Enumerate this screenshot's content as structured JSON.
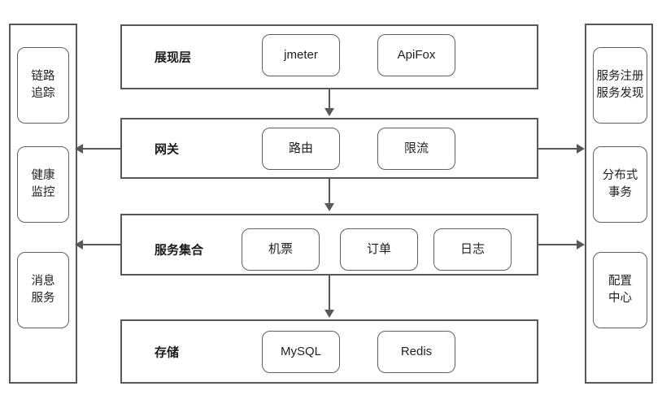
{
  "diagram": {
    "background": "#ffffff",
    "stroke_color": "#58585a",
    "node_stroke_color": "#606063",
    "text_color": "#1f1f1f"
  },
  "left_panel": {
    "items": [
      {
        "label": "链路\n追踪"
      },
      {
        "label": "健康\n监控"
      },
      {
        "label": "消息\n服务"
      }
    ]
  },
  "right_panel": {
    "items": [
      {
        "label": "服务注册\n服务发现"
      },
      {
        "label": "分布式\n事务"
      },
      {
        "label": "配置\n中心"
      }
    ]
  },
  "layers": [
    {
      "name": "展现层",
      "nodes": [
        {
          "label": "jmeter"
        },
        {
          "label": "ApiFox"
        }
      ]
    },
    {
      "name": "网关",
      "nodes": [
        {
          "label": "路由"
        },
        {
          "label": "限流"
        }
      ]
    },
    {
      "name": "服务集合",
      "nodes": [
        {
          "label": "机票"
        },
        {
          "label": "订单"
        },
        {
          "label": "日志"
        }
      ]
    },
    {
      "name": "存储",
      "nodes": [
        {
          "label": "MySQL"
        },
        {
          "label": "Redis"
        }
      ]
    }
  ]
}
